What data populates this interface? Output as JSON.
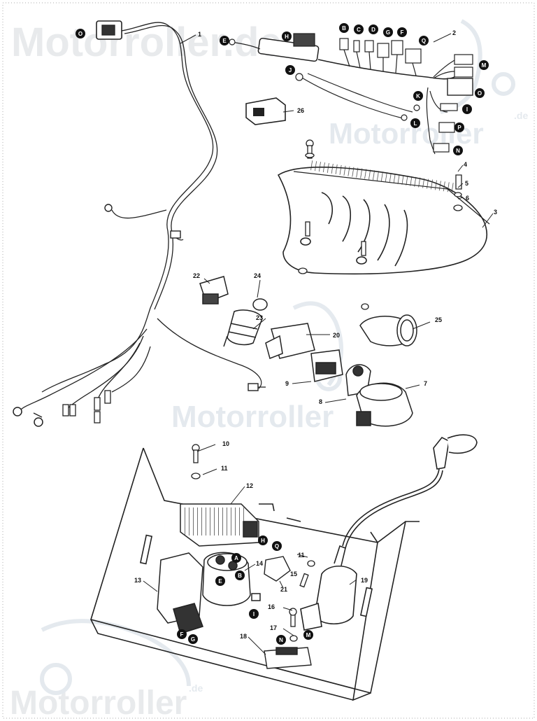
{
  "watermark": {
    "brand": "Motorroller",
    "brand_full": "Motorroller.de",
    "suffix": ".de"
  },
  "part_numbers": [
    {
      "id": "1",
      "label": "1"
    },
    {
      "id": "2",
      "label": "2"
    },
    {
      "id": "3",
      "label": "3"
    },
    {
      "id": "4",
      "label": "4"
    },
    {
      "id": "5",
      "label": "5"
    },
    {
      "id": "6",
      "label": "6"
    },
    {
      "id": "7",
      "label": "7"
    },
    {
      "id": "8",
      "label": "8"
    },
    {
      "id": "9",
      "label": "9"
    },
    {
      "id": "10",
      "label": "10"
    },
    {
      "id": "11a",
      "label": "11"
    },
    {
      "id": "11b",
      "label": "11"
    },
    {
      "id": "12",
      "label": "12"
    },
    {
      "id": "13",
      "label": "13"
    },
    {
      "id": "14",
      "label": "14"
    },
    {
      "id": "15",
      "label": "15"
    },
    {
      "id": "16",
      "label": "16"
    },
    {
      "id": "17",
      "label": "17"
    },
    {
      "id": "18",
      "label": "18"
    },
    {
      "id": "19",
      "label": "19"
    },
    {
      "id": "20",
      "label": "20"
    },
    {
      "id": "21",
      "label": "21"
    },
    {
      "id": "22",
      "label": "22"
    },
    {
      "id": "23",
      "label": "23"
    },
    {
      "id": "24",
      "label": "24"
    },
    {
      "id": "25",
      "label": "25"
    },
    {
      "id": "26",
      "label": "26"
    }
  ],
  "connector_letters": [
    {
      "id": "O1",
      "label": "O"
    },
    {
      "id": "E1",
      "label": "E"
    },
    {
      "id": "H1",
      "label": "H"
    },
    {
      "id": "B1",
      "label": "B"
    },
    {
      "id": "C1",
      "label": "C"
    },
    {
      "id": "D1",
      "label": "D"
    },
    {
      "id": "G1",
      "label": "G"
    },
    {
      "id": "F1",
      "label": "F"
    },
    {
      "id": "Q1",
      "label": "Q"
    },
    {
      "id": "J1",
      "label": "J"
    },
    {
      "id": "M1",
      "label": "M"
    },
    {
      "id": "O2",
      "label": "O"
    },
    {
      "id": "K1",
      "label": "K"
    },
    {
      "id": "I1",
      "label": "I"
    },
    {
      "id": "L1",
      "label": "L"
    },
    {
      "id": "P1",
      "label": "P"
    },
    {
      "id": "N1",
      "label": "N"
    },
    {
      "id": "H2",
      "label": "H"
    },
    {
      "id": "Q2",
      "label": "Q"
    },
    {
      "id": "A2",
      "label": "A"
    },
    {
      "id": "B2",
      "label": "B"
    },
    {
      "id": "E2",
      "label": "E"
    },
    {
      "id": "I2",
      "label": "I"
    },
    {
      "id": "M2",
      "label": "M"
    },
    {
      "id": "N2",
      "label": "N"
    },
    {
      "id": "F2",
      "label": "F"
    },
    {
      "id": "G2",
      "label": "G"
    }
  ]
}
